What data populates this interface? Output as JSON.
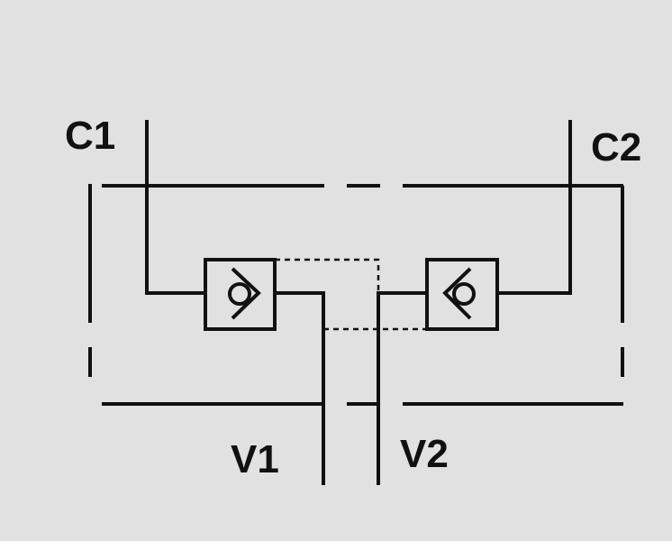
{
  "ports": {
    "c1": "C1",
    "c2": "C2",
    "v1": "V1",
    "v2": "V2"
  },
  "colors": {
    "background": "#e1e1e1",
    "line": "#111111"
  }
}
